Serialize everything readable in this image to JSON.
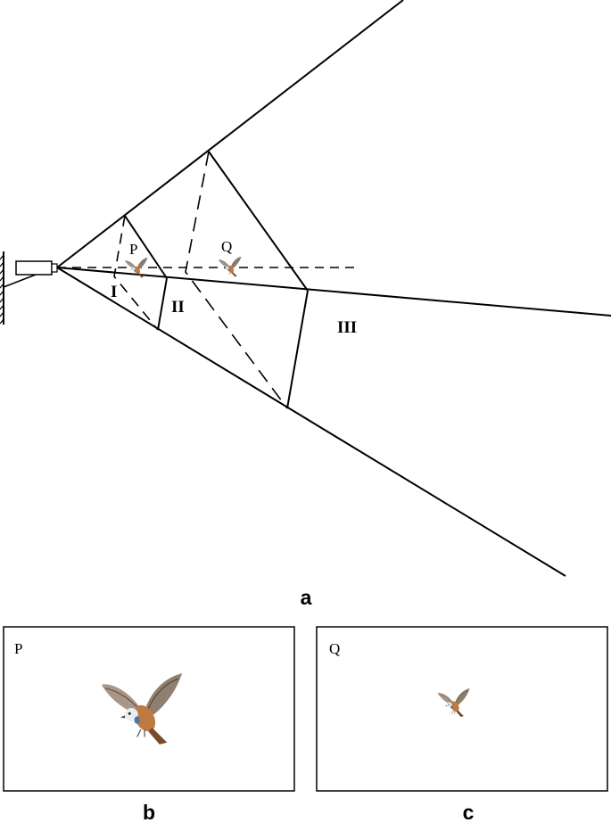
{
  "diagram": {
    "point_labels": {
      "p": "P",
      "q": "Q"
    },
    "region_labels": {
      "one": "I",
      "two": "II",
      "three": "III"
    },
    "panel_captions": {
      "a": "a",
      "b": "b",
      "c": "c"
    },
    "panel_b": {
      "label": "P"
    },
    "panel_c": {
      "label": "Q"
    },
    "icons": {
      "camera": "camera-icon",
      "wall": "wall-hatch-icon",
      "bird": "bird-icon"
    },
    "colors": {
      "line": "#000000",
      "bird_wing": "#9a8a78",
      "bird_body": "#c07a40",
      "bird_head": "#e8eef2",
      "bird_accent": "#4a78a8"
    }
  }
}
